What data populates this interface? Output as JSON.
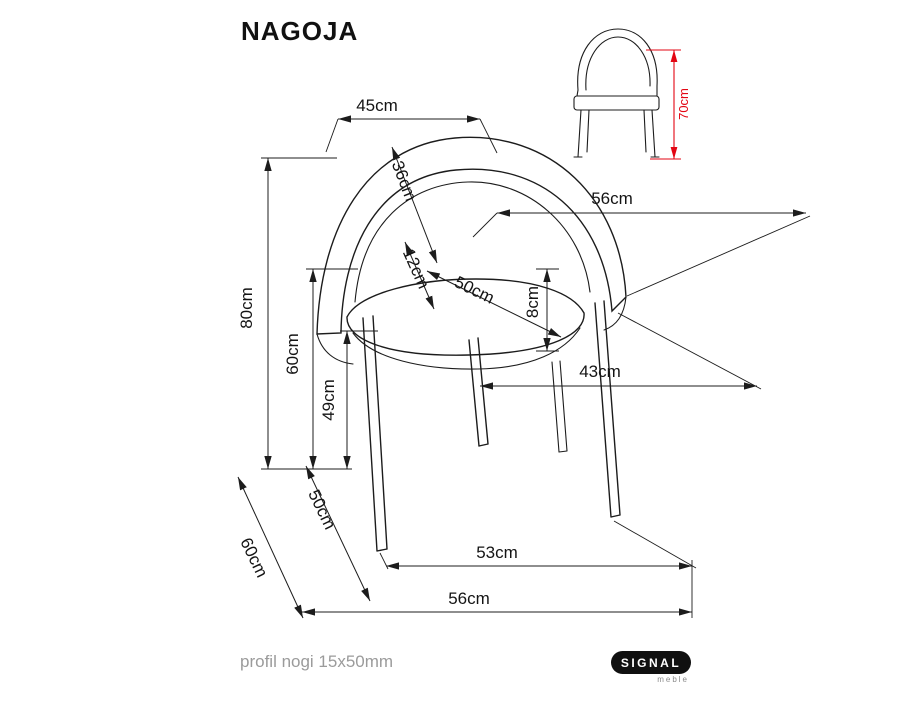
{
  "page": {
    "title": "NAGOJA",
    "footer_note": "profil nogi 15x50mm"
  },
  "logo": {
    "brand": "SIGNAL",
    "subbrand": "meble"
  },
  "drawing": {
    "labels": {
      "top_width": "45cm",
      "backrest_height": "36cm",
      "back_width": "56cm",
      "cushion_side": "12cm",
      "seat_width": "50cm",
      "cushion_thickness": "8cm",
      "total_height": "80cm",
      "armrest_height": "60cm",
      "seat_height": "49cm",
      "front_inner_width": "43cm",
      "seat_depth": "50cm",
      "total_depth": "60cm",
      "front_span": "53cm",
      "total_width": "56cm"
    },
    "inset": {
      "height": "70cm"
    },
    "colors": {
      "line": "#1c1c1c",
      "accent_red": "#e30613",
      "muted_text": "#9b9b9b"
    }
  }
}
